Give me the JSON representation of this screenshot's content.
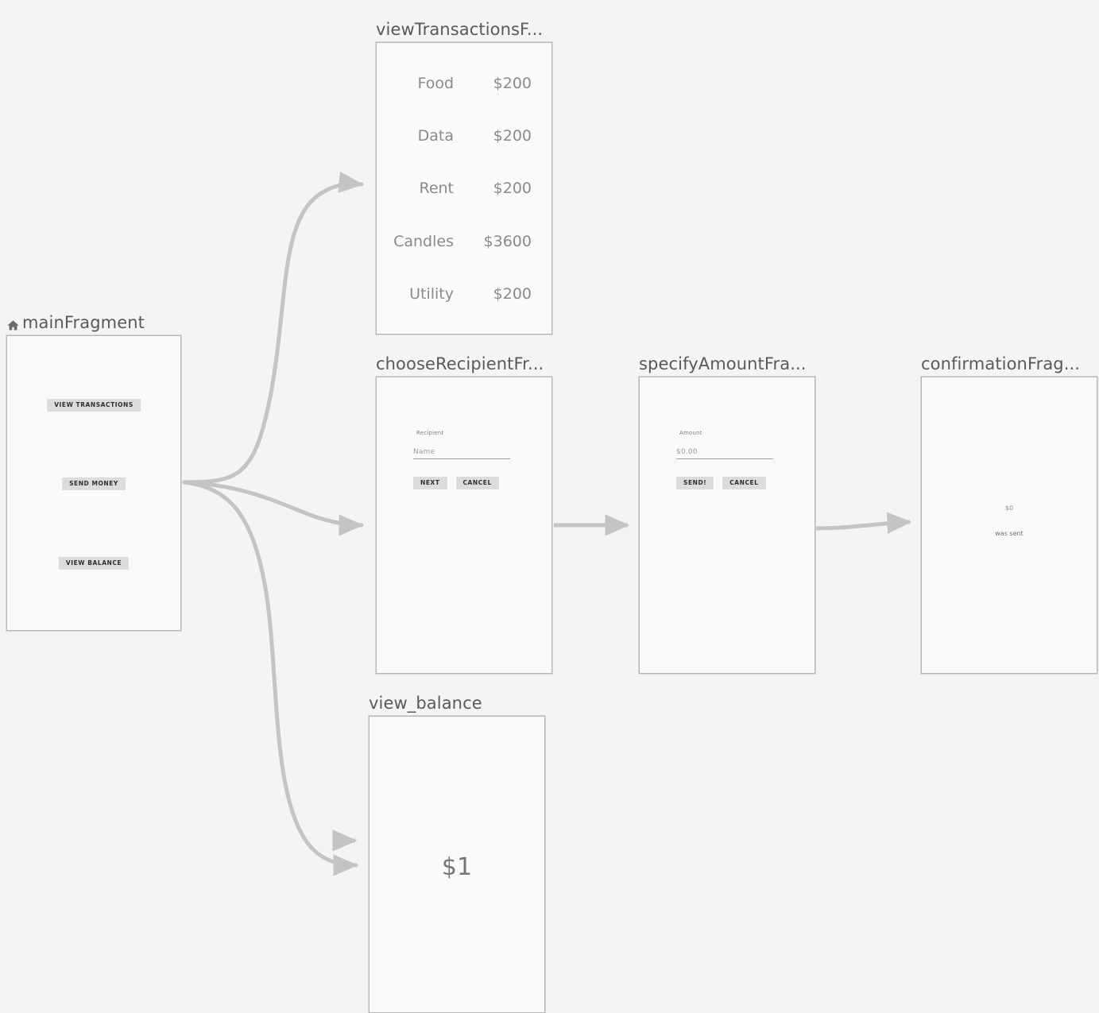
{
  "canvas": {
    "background": "#f4f4f4",
    "edge_color": "#c4c4c4",
    "frame_border": "#b4b4b4",
    "frame_fill": "#fafafa",
    "title_color": "#58595b",
    "button_fill": "#dcdcdc"
  },
  "nodes": {
    "main": {
      "title": "mainFragment",
      "start_icon": "home-icon",
      "buttons": [
        {
          "label": "VIEW TRANSACTIONS"
        },
        {
          "label": "SEND MONEY"
        },
        {
          "label": "VIEW BALANCE"
        }
      ]
    },
    "view_transactions": {
      "title": "viewTransactionsF...",
      "rows": [
        {
          "label": "Food",
          "amount": "$200"
        },
        {
          "label": "Data",
          "amount": "$200"
        },
        {
          "label": "Rent",
          "amount": "$200"
        },
        {
          "label": "Candles",
          "amount": "$3600"
        },
        {
          "label": "Utility",
          "amount": "$200"
        }
      ]
    },
    "choose_recipient": {
      "title": "chooseRecipientFr...",
      "field_label": "Recipient",
      "field_placeholder": "Name",
      "primary_button": "NEXT",
      "secondary_button": "CANCEL"
    },
    "specify_amount": {
      "title": "specifyAmountFra...",
      "field_label": "Amount",
      "field_placeholder": "$0.00",
      "primary_button": "SEND!",
      "secondary_button": "CANCEL"
    },
    "confirmation": {
      "title": "confirmationFrag...",
      "amount": "$0",
      "caption": "was sent"
    },
    "view_balance": {
      "title": "view_balance",
      "amount": "$1"
    }
  }
}
